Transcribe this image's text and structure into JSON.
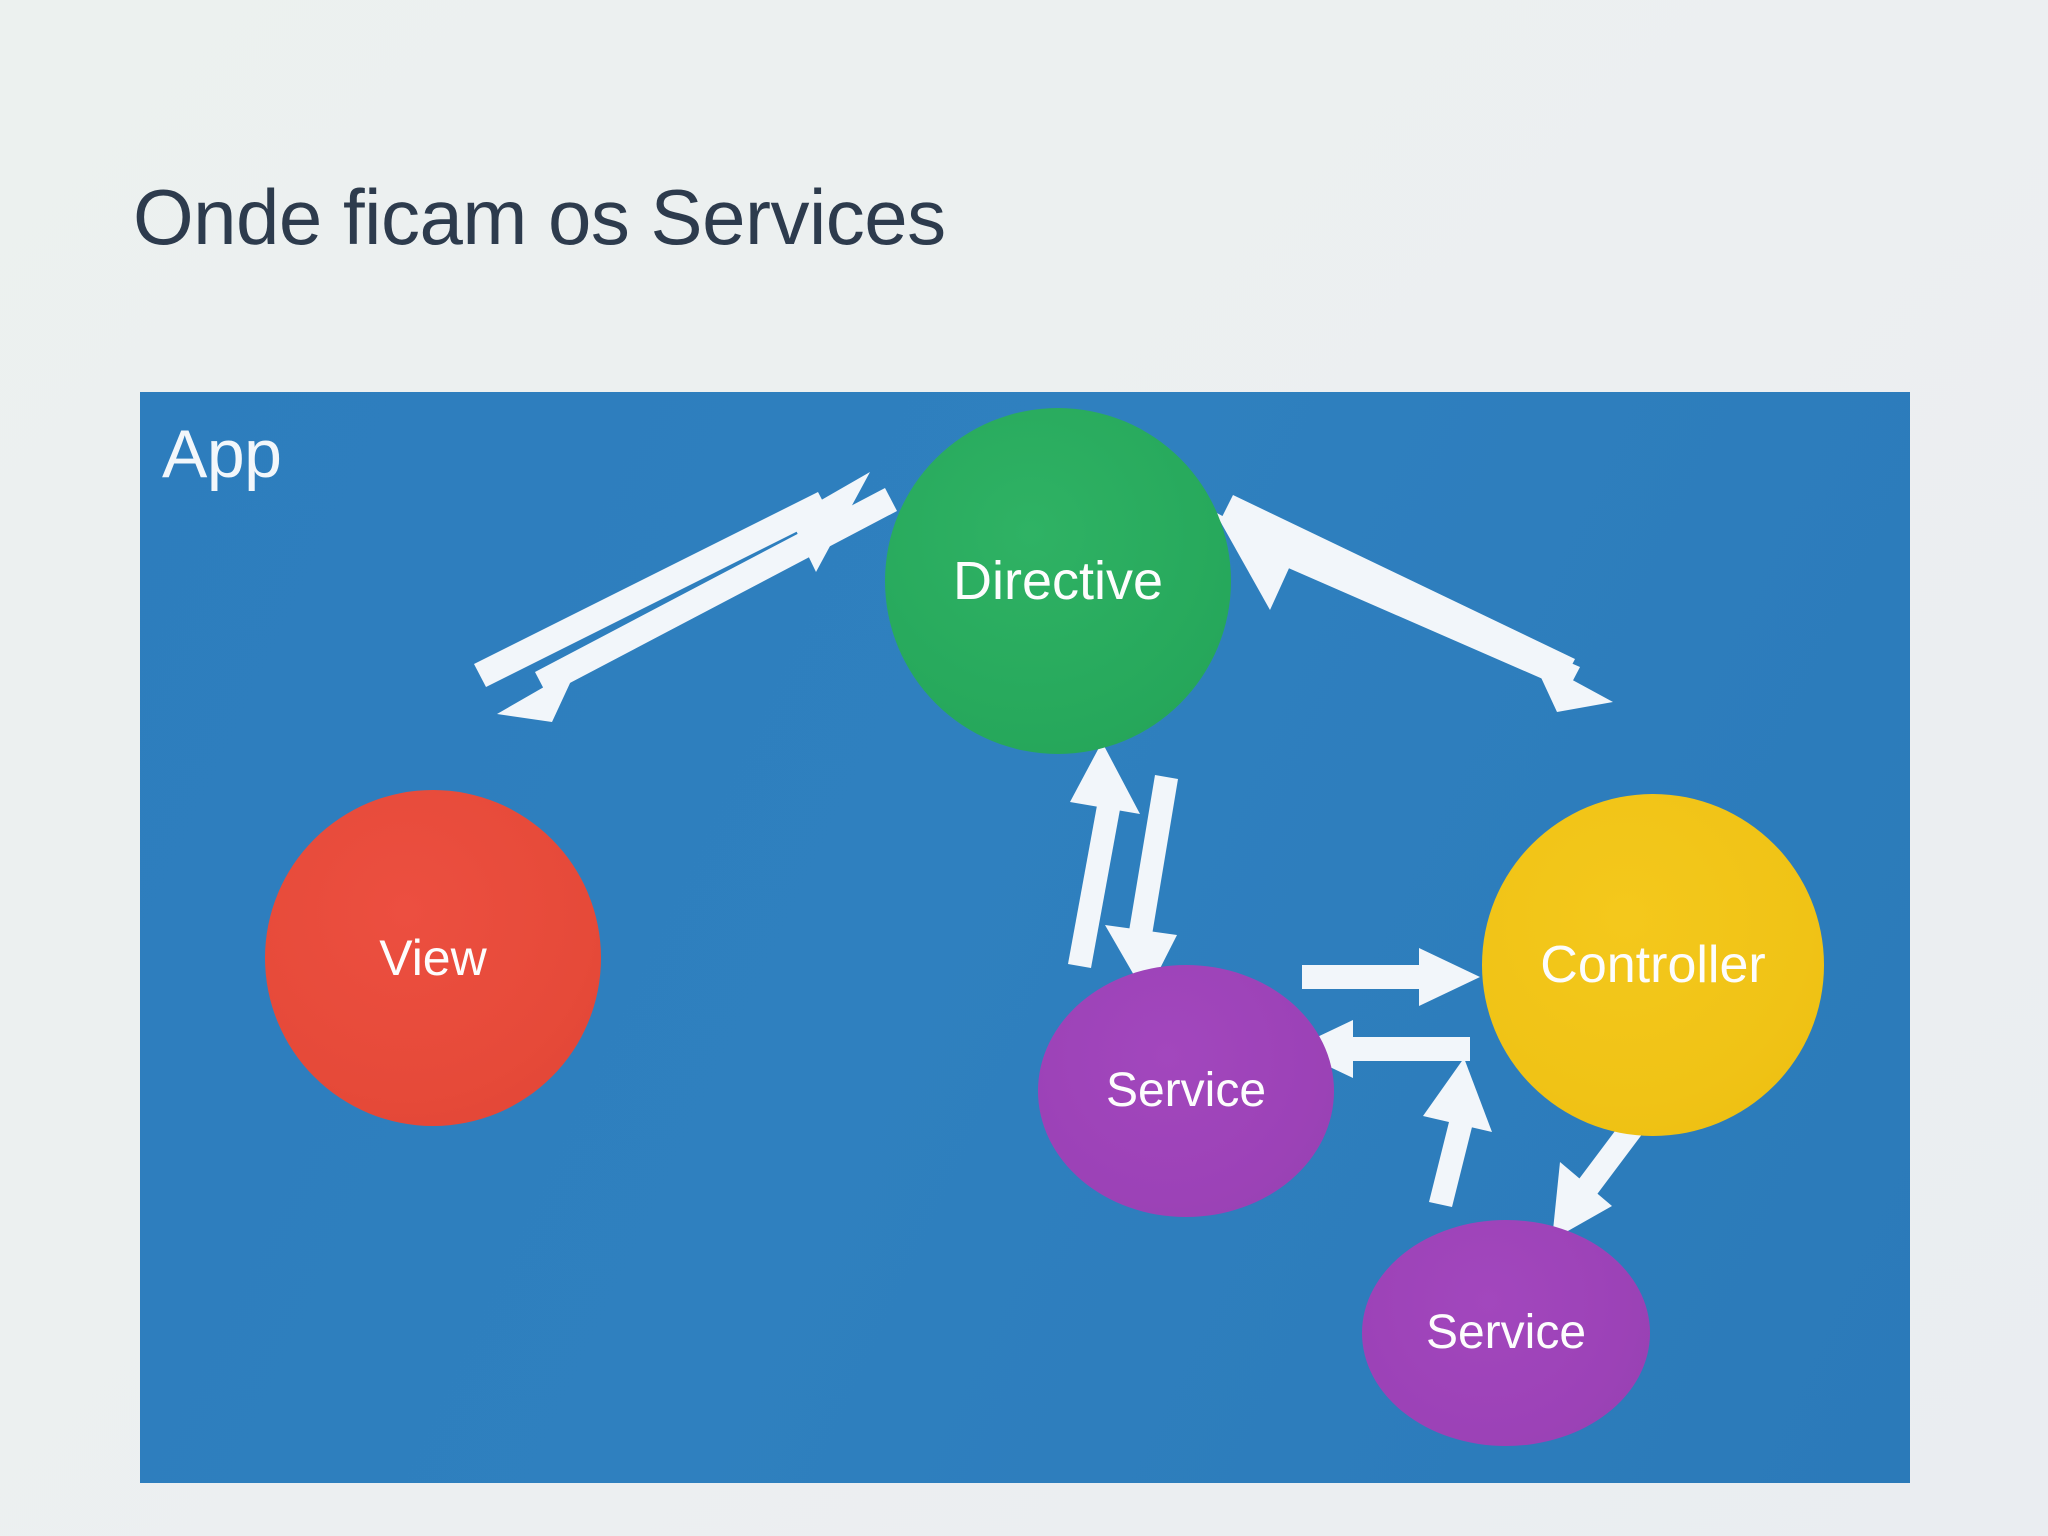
{
  "slide": {
    "title": "Onde ficam os Services",
    "background_color": "#ecf0ef",
    "title_color": "#2d3b4d"
  },
  "panel": {
    "label": "App",
    "color": "#2e7ebd",
    "label_color": "#f2f7fb"
  },
  "nodes": [
    {
      "id": "directive",
      "label": "Directive",
      "color": "#27a95c",
      "shape": "circle",
      "text_color": "#fdfdfd"
    },
    {
      "id": "view",
      "label": "View",
      "color": "#e64a39",
      "shape": "circle",
      "text_color": "#fdfdfd"
    },
    {
      "id": "controller",
      "label": "Controller",
      "color": "#f0c316",
      "shape": "circle",
      "text_color": "#fdfdfd"
    },
    {
      "id": "service-1",
      "label": "Service",
      "color": "#9c42b7",
      "shape": "ellipse",
      "text_color": "#fdfdfd"
    },
    {
      "id": "service-2",
      "label": "Service",
      "color": "#9c42b7",
      "shape": "ellipse",
      "text_color": "#fdfdfd"
    }
  ],
  "connections": [
    {
      "from": "directive",
      "to": "view",
      "style": "arrow",
      "color": "#f2f6fa"
    },
    {
      "from": "view",
      "to": "directive",
      "style": "arrow",
      "color": "#f2f6fa"
    },
    {
      "from": "directive",
      "to": "controller",
      "style": "arrow",
      "color": "#f2f6fa"
    },
    {
      "from": "controller",
      "to": "directive",
      "style": "arrow",
      "color": "#f2f6fa"
    },
    {
      "from": "service-1",
      "to": "directive",
      "style": "arrow",
      "color": "#f2f6fa"
    },
    {
      "from": "directive",
      "to": "service-1",
      "style": "arrow",
      "color": "#f2f6fa"
    },
    {
      "from": "service-1",
      "to": "controller",
      "style": "arrow",
      "color": "#f2f6fa"
    },
    {
      "from": "controller",
      "to": "service-1",
      "style": "arrow",
      "color": "#f2f6fa"
    },
    {
      "from": "service-2",
      "to": "controller",
      "style": "arrow",
      "color": "#f2f6fa"
    },
    {
      "from": "controller",
      "to": "service-2",
      "style": "arrow",
      "color": "#f2f6fa"
    }
  ]
}
